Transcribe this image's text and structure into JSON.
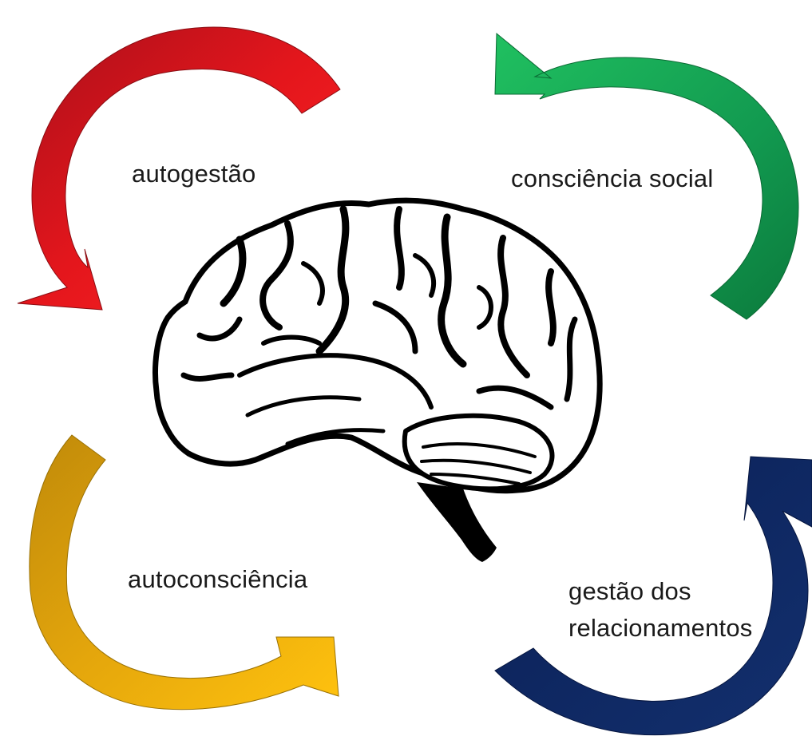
{
  "quadrants": [
    {
      "key": "top-left",
      "label": "autogestão",
      "color": "#d9141c"
    },
    {
      "key": "top-right",
      "label": "consciência social",
      "color": "#14a052"
    },
    {
      "key": "bottom-left",
      "label": "autoconsciência",
      "color": "#e0a80a"
    },
    {
      "key": "bottom-right",
      "label": "gestão dos relacionamentos",
      "lines": [
        "gestão dos",
        "relacionamentos"
      ],
      "color": "#0f2a6b"
    }
  ],
  "center": {
    "icon": "brain-icon"
  }
}
